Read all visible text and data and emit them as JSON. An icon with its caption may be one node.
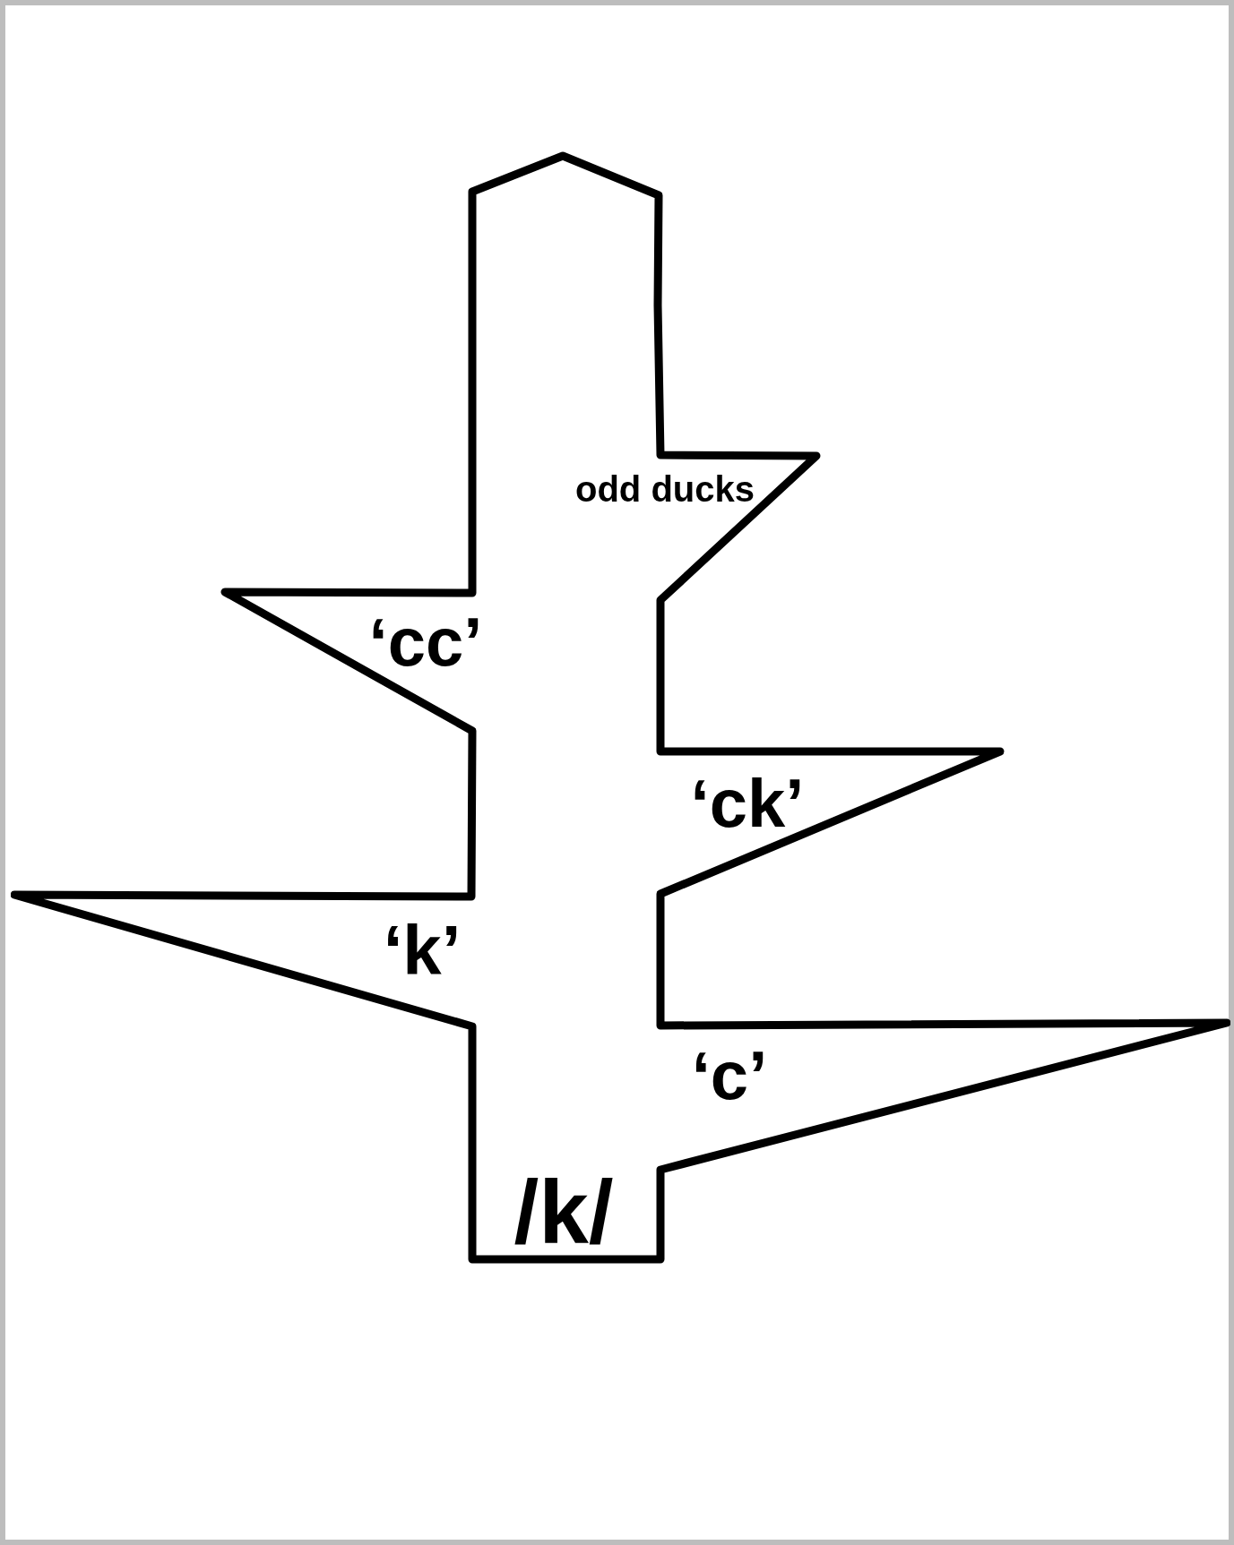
{
  "diagram": {
    "nodes": [
      {
        "text": [
          "odd ducks",
          "‘cc’",
          "‘ck’",
          "‘k’",
          "‘c’",
          "/k/"
        ]
      }
    ]
  }
}
